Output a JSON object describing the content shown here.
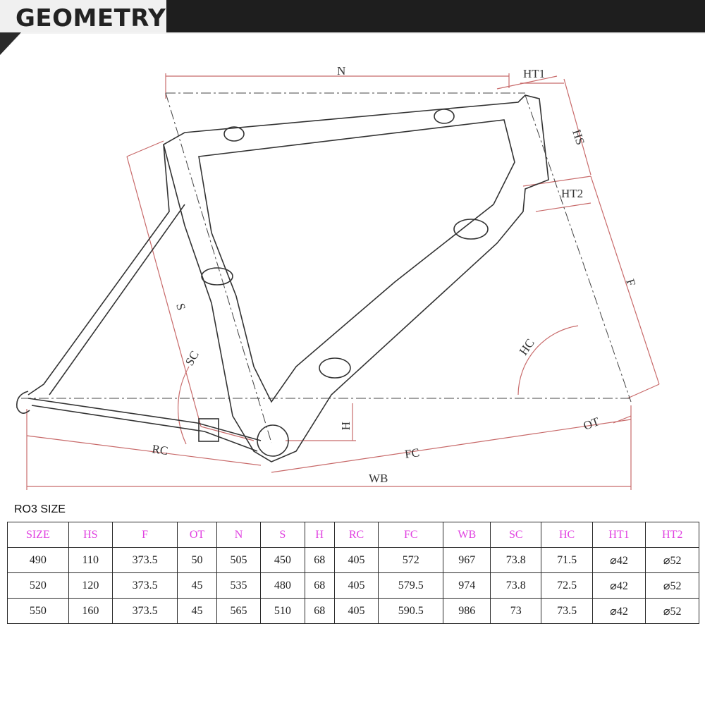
{
  "header": {
    "title": "GEOMETRY"
  },
  "diagram": {
    "labels": {
      "N": "N",
      "HT1": "HT1",
      "HS": "HS",
      "HT2": "HT2",
      "F": "F",
      "S": "S",
      "SC": "SC",
      "HC": "HC",
      "OT": "OT",
      "H": "H",
      "RC": "RC",
      "FC": "FC",
      "WB": "WB"
    }
  },
  "table": {
    "caption": "RO3 SIZE",
    "headers": [
      "SIZE",
      "HS",
      "F",
      "OT",
      "N",
      "S",
      "H",
      "RC",
      "FC",
      "WB",
      "SC",
      "HC",
      "HT1",
      "HT2"
    ],
    "rows": [
      [
        "490",
        "110",
        "373.5",
        "50",
        "505",
        "450",
        "68",
        "405",
        "572",
        "967",
        "73.8",
        "71.5",
        "⌀42",
        "⌀52"
      ],
      [
        "520",
        "120",
        "373.5",
        "45",
        "535",
        "480",
        "68",
        "405",
        "579.5",
        "974",
        "73.8",
        "72.5",
        "⌀42",
        "⌀52"
      ],
      [
        "550",
        "160",
        "373.5",
        "45",
        "565",
        "510",
        "68",
        "405",
        "590.5",
        "986",
        "73",
        "73.5",
        "⌀42",
        "⌀52"
      ]
    ]
  },
  "colors": {
    "dimension_line": "#c86a6a",
    "frame_line": "#333333",
    "header_text": "#e040e0",
    "banner": "#1e1e1e"
  }
}
